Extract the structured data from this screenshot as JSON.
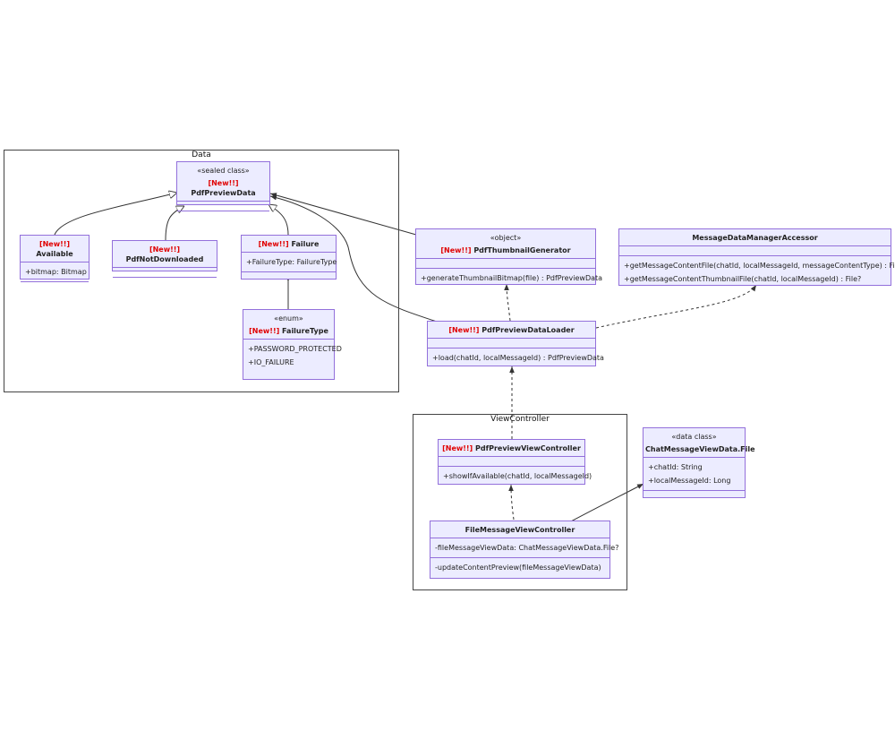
{
  "packages": {
    "data": "Data",
    "view_controller": "ViewController"
  },
  "classes": {
    "pdf_preview_data": {
      "stereotype": "«sealed class»",
      "tag": "[New!!]",
      "name": "PdfPreviewData"
    },
    "available": {
      "tag": "[New!!]",
      "name": "Available",
      "attributes": [
        "+bitmap: Bitmap"
      ]
    },
    "pdf_not_downloaded": {
      "tag": "[New!!]",
      "name": "PdfNotDownloaded"
    },
    "failure": {
      "tag": "[New!!]",
      "name": "Failure",
      "attributes": [
        "+FailureType: FailureType"
      ]
    },
    "failure_type": {
      "stereotype": "«enum»",
      "tag": "[New!!]",
      "name": "FailureType",
      "values": [
        "+PASSWORD_PROTECTED",
        "+IO_FAILURE"
      ]
    },
    "pdf_thumbnail_generator": {
      "stereotype": "«object»",
      "tag": "[New!!]",
      "name": "PdfThumbnailGenerator",
      "methods": [
        "+generateThumbnailBitmap(file) : PdfPreviewData"
      ]
    },
    "message_data_manager_accessor": {
      "name": "MessageDataManagerAccessor",
      "methods": [
        "+getMessageContentFile(chatId, localMessageId, messageContentType) : File?",
        "+getMessageContentThumbnailFile(chatId, localMessageId) : File?"
      ]
    },
    "pdf_preview_data_loader": {
      "tag": "[New!!]",
      "name": "PdfPreviewDataLoader",
      "methods": [
        "+load(chatId, localMessageId) : PdfPreviewData"
      ]
    },
    "pdf_preview_view_controller": {
      "tag": "[New!!]",
      "name": "PdfPreviewViewController",
      "methods": [
        "+showIfAvailable(chatId, localMessageId)"
      ]
    },
    "file_message_view_controller": {
      "name": "FileMessageViewController",
      "attributes": [
        "-fileMessageViewData: ChatMessageViewData.File?"
      ],
      "methods": [
        "-updateContentPreview(fileMessageViewData)"
      ]
    },
    "chat_message_view_data_file": {
      "stereotype": "«data class»",
      "name": "ChatMessageViewData.File",
      "attributes": [
        "+chatId: String",
        "+localMessageId: Long"
      ]
    }
  },
  "colors": {
    "class_fill": "#ececff",
    "class_border": "#9370db",
    "new_tag": "#e00000",
    "edge": "#333333"
  }
}
